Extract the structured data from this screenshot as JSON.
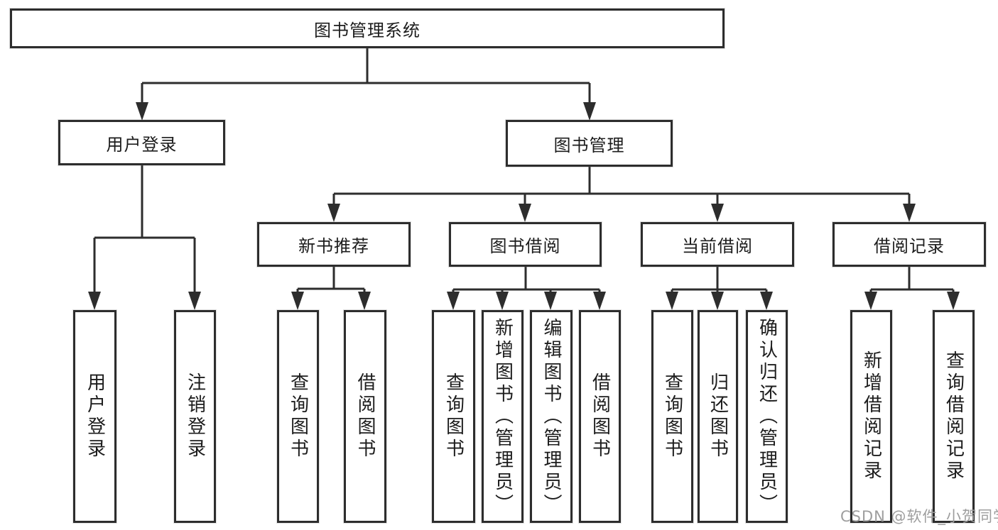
{
  "diagram": {
    "title_node": {
      "label": "图书管理系统"
    },
    "level2": [
      {
        "id": "user-login",
        "label": "用户登录"
      },
      {
        "id": "book-management",
        "label": "图书管理"
      }
    ],
    "level3": [
      {
        "id": "new-book-recommend",
        "label": "新书推荐",
        "parent": "图书管理"
      },
      {
        "id": "book-borrow",
        "label": "图书借阅",
        "parent": "图书管理"
      },
      {
        "id": "current-borrow",
        "label": "当前借阅",
        "parent": "图书管理"
      },
      {
        "id": "borrow-records",
        "label": "借阅记录",
        "parent": "图书管理"
      }
    ],
    "leaves": [
      {
        "label": "用户登录",
        "parent": "用户登录"
      },
      {
        "label": "注销登录",
        "parent": "用户登录"
      },
      {
        "label": "查询图书",
        "parent": "新书推荐"
      },
      {
        "label": "借阅图书",
        "parent": "新书推荐"
      },
      {
        "label": "查询图书",
        "parent": "图书借阅"
      },
      {
        "label": "新增图书（管理员）",
        "parent": "图书借阅"
      },
      {
        "label": "编辑图书（管理员）",
        "parent": "图书借阅"
      },
      {
        "label": "借阅图书",
        "parent": "图书借阅"
      },
      {
        "label": "查询图书",
        "parent": "当前借阅"
      },
      {
        "label": "归还图书",
        "parent": "当前借阅"
      },
      {
        "label": "确认归还（管理员）",
        "parent": "当前借阅"
      },
      {
        "label": "新增借阅记录",
        "parent": "借阅记录"
      },
      {
        "label": "查询借阅记录",
        "parent": "借阅记录"
      }
    ]
  },
  "watermark": {
    "text": "CSDN @软件_小贺同学"
  },
  "colors": {
    "line": "#2d2d2d",
    "text": "#1c1c1c",
    "watermark": "#9e9e9e",
    "background": "#ffffff"
  }
}
